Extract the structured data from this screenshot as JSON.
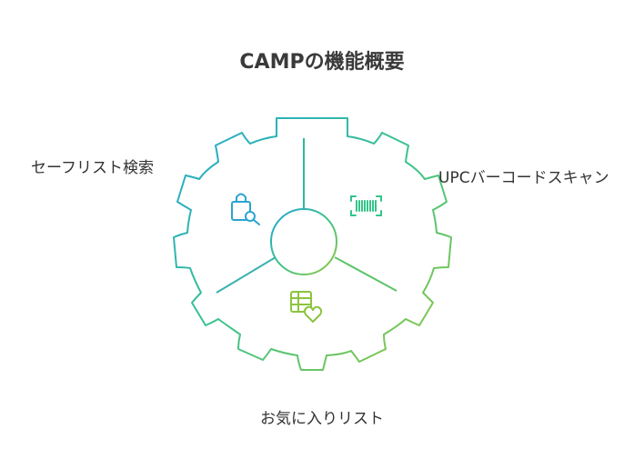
{
  "title": "CAMPの機能概要",
  "segments": [
    {
      "label": "セーフリスト検索",
      "icon": "shopping-bag-search-icon",
      "color": "#2aa4cf"
    },
    {
      "label": "UPCバーコードスキャン",
      "icon": "barcode-scan-icon",
      "color": "#33c48a"
    },
    {
      "label": "お気に入りリスト",
      "icon": "favorite-list-icon",
      "color": "#8cc43f"
    }
  ]
}
